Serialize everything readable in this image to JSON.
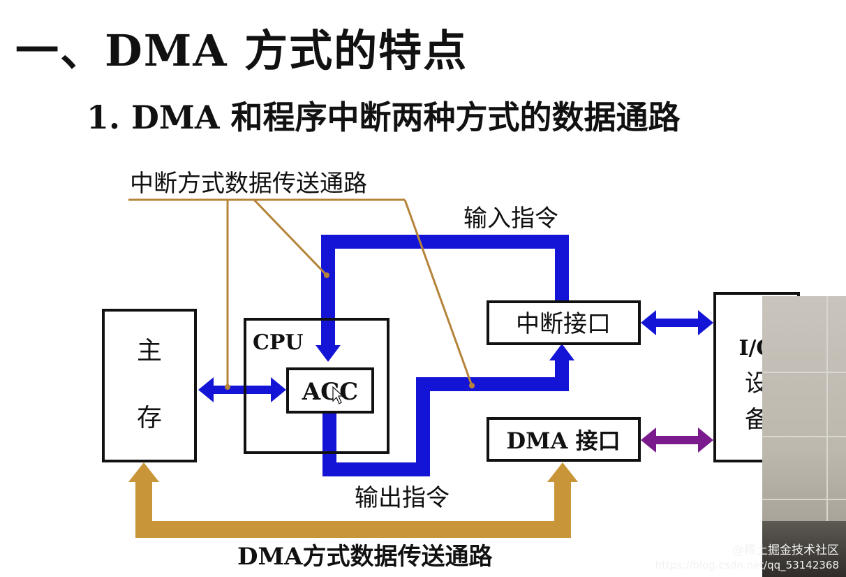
{
  "title": "一、DMA 方式的特点",
  "subtitle": "1. DMA 和程序中断两种方式的数据通路",
  "diagram": {
    "boxes": {
      "main_memory_1": "主",
      "main_memory_2": "存",
      "cpu": "CPU",
      "acc": "ACC",
      "interrupt_interface": "中断接口",
      "dma_interface": "DMA 接口",
      "io_device_1": "I/O",
      "io_device_2": "设",
      "io_device_3": "备"
    },
    "labels": {
      "interrupt_path": "中断方式数据传送通路",
      "input_instruction": "输入指令",
      "output_instruction": "输出指令",
      "dma_path": "DMA方式数据传送通路"
    },
    "colors": {
      "interrupt_path": "#1414d6",
      "dma_path": "#c89538",
      "dma_io_arrow": "#7a1a8c",
      "leader_line": "#b5843a"
    }
  },
  "watermark": {
    "brand": "@稀土掘金技术社区",
    "url": "https://blog.csdn.net/qq_53142368"
  }
}
